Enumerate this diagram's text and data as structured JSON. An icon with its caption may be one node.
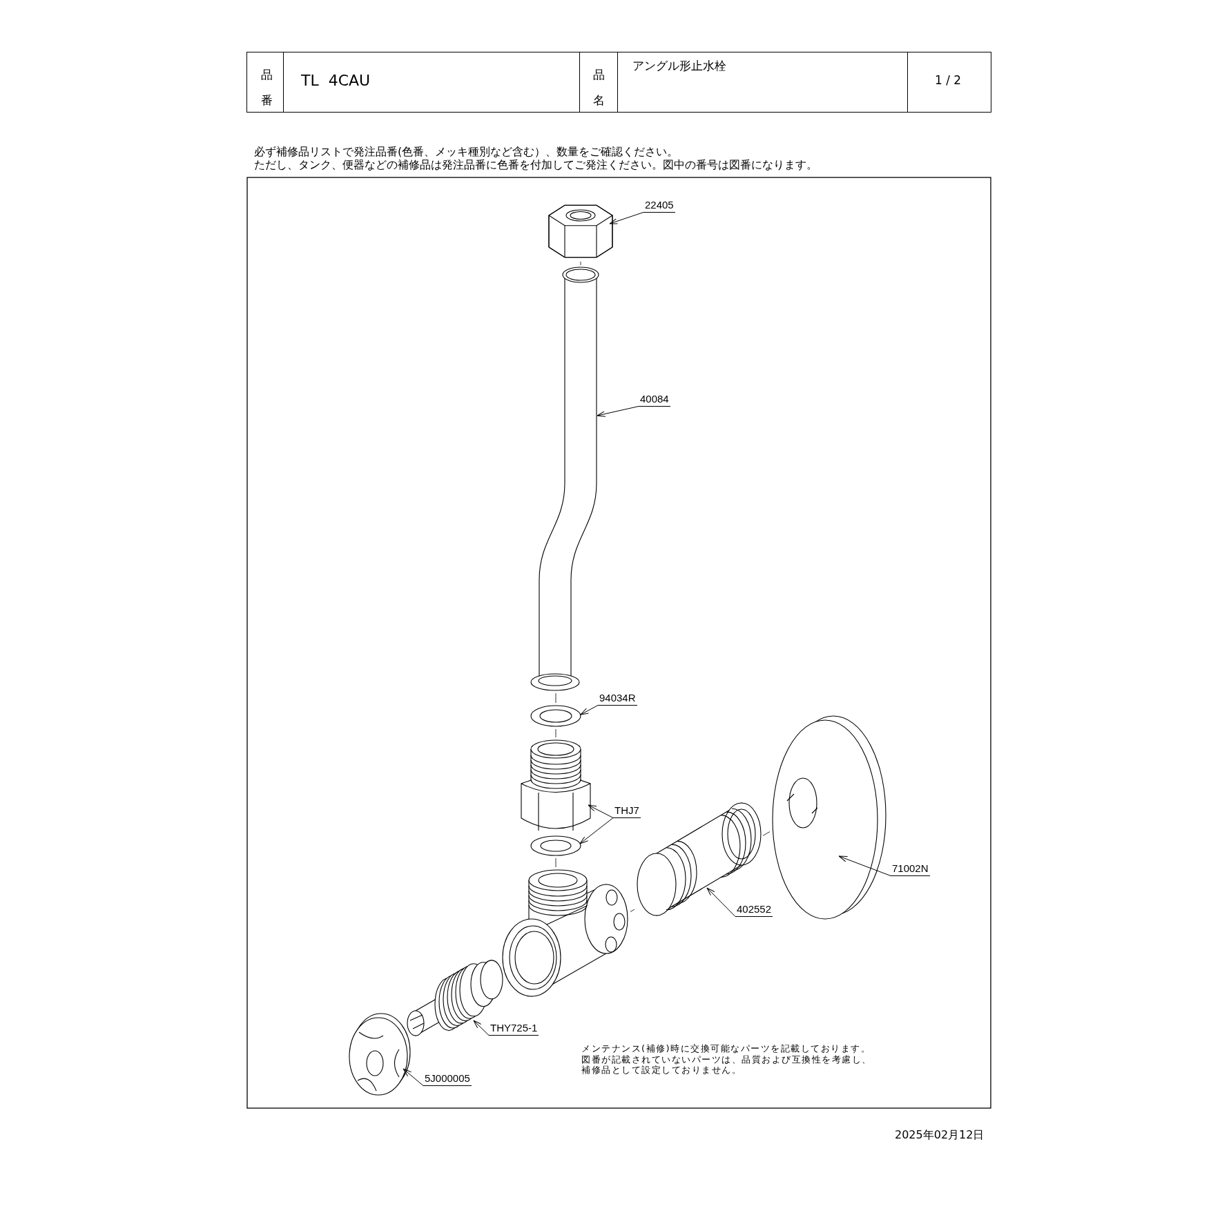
{
  "diagram": {
    "nodes": [
      {
        "text": [
          "22405"
        ]
      },
      {
        "text": [],
        "shape": "picture"
      },
      {
        "text": [
          "40084"
        ]
      },
      {
        "text": [],
        "shape": "picture"
      },
      {
        "text": [
          "94034R"
        ]
      },
      {
        "text": [],
        "shape": "picture"
      },
      {
        "text": [
          "THJ7"
        ]
      },
      {
        "text": [],
        "shape": "picture"
      },
      {
        "text": [],
        "shape": "picture"
      },
      {
        "text": [
          "71002N"
        ]
      },
      {
        "text": [],
        "shape": "picture"
      },
      {
        "text": [
          "402552"
        ]
      },
      {
        "text": [],
        "shape": "picture"
      },
      {
        "text": [
          "THY725-1"
        ]
      },
      {
        "text": [],
        "shape": "picture"
      },
      {
        "text": [
          "5J000005"
        ]
      },
      {
        "text": [],
        "shape": "picture"
      }
    ],
    "edges": [
      {
        "from": 0,
        "to": 1,
        "arrow": "to"
      },
      {
        "from": 2,
        "to": 3,
        "arrow": "to"
      },
      {
        "from": 4,
        "to": 5,
        "arrow": "to"
      },
      {
        "from": 6,
        "to": 7,
        "arrow": "to"
      },
      {
        "from": 6,
        "to": 8,
        "arrow": "to"
      },
      {
        "from": 9,
        "to": 10,
        "arrow": "to"
      },
      {
        "from": 11,
        "to": 12,
        "arrow": "to"
      },
      {
        "from": 13,
        "to": 14,
        "arrow": "to"
      },
      {
        "from": 15,
        "to": 16,
        "arrow": "to"
      }
    ],
    "labels": [
      "品番",
      "TL  4CAU",
      "品名",
      "アングル形止水栓",
      "1 / 2",
      "必ず補修品リストで発注品番(色番、メッキ種別など含む）、数量をご確認ください。",
      "ただし、タンク、便器などの補修品は発注品番に色番を付加してご発注ください。図中の番号は図番になります。",
      "メンテナンス(補修)時に交換可能なパーツを記載しております。図番が記載されていないパーツは、品質および互換性を考慮し、補修品として設定しておりません。",
      "2025年02月12日"
    ]
  }
}
